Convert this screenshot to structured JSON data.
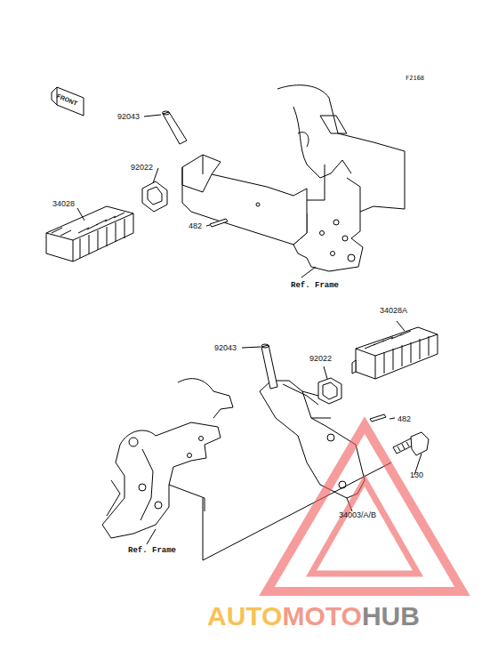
{
  "diagram": {
    "labels": [
      "F2168",
      "FRONT",
      "92043",
      "92022",
      "34028",
      "482",
      "Ref. Frame",
      "34028A",
      "92043",
      "92022",
      "482",
      "130",
      "34003/A/B",
      "Ref. Frame",
      "AUTO",
      "MOTO",
      "HUB"
    ]
  }
}
